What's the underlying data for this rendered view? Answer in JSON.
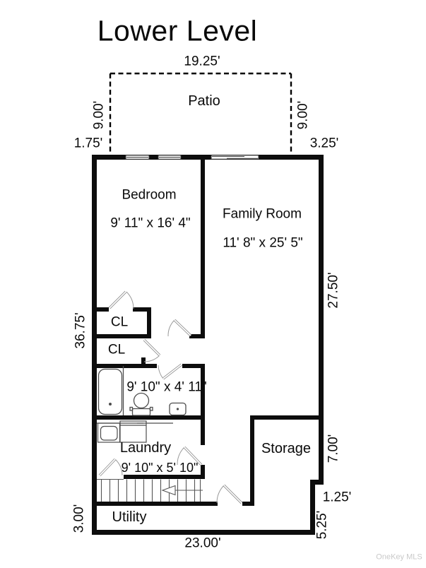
{
  "title": "Lower Level",
  "watermark": "OneKey MLS",
  "colors": {
    "wall": "#0d0d0d",
    "thin_line": "#4d4d4d",
    "door_line": "#8a8a8a",
    "text": "#0a0a0a",
    "watermark": "#c9c9c9",
    "background": "#ffffff"
  },
  "rooms": {
    "patio": "Patio",
    "bedroom": "Bedroom",
    "bedroom_size": "9' 11\" x 16' 4\"",
    "family_room": "Family Room",
    "family_room_size": "11' 8\" x 25' 5\"",
    "closet1": "CL",
    "closet2": "CL",
    "bathroom_size": "9' 10\" x 4' 11\"",
    "laundry": "Laundry",
    "laundry_size": "9' 10\" x 5' 10\"",
    "storage": "Storage",
    "utility": "Utility"
  },
  "dims": {
    "patio_width": "19.25'",
    "patio_side_left": "9.00'",
    "patio_side_right": "9.00'",
    "top_offset_left": "1.75'",
    "top_offset_right": "3.25'",
    "right_upper": "27.50'",
    "left_main": "36.75'",
    "storage_right": "7.00'",
    "notch": "1.25'",
    "right_lower": "5.25'",
    "utility_left": "3.00'",
    "bottom_width": "23.00'"
  }
}
